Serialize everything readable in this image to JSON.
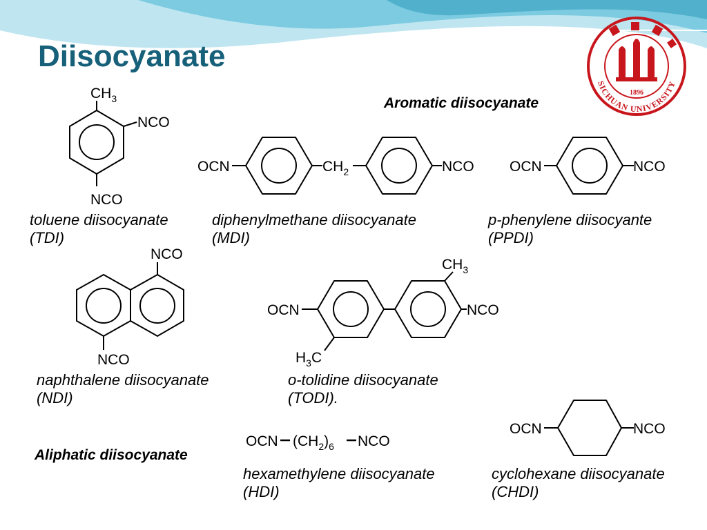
{
  "slide": {
    "title": "Diisocyanate",
    "logo": {
      "name": "Sichuan University seal",
      "ring_text": "SICHUAN UNIVERSITY",
      "year": "1896",
      "color": "#c8161d"
    },
    "colors": {
      "title": "#17607a",
      "wave_light": "#bfe6f0",
      "wave_mid": "#6cc4dc",
      "wave_dark": "#2d9cbc"
    }
  },
  "sections": {
    "aromatic_heading": "Aromatic diisocyanate",
    "aliphatic_heading": "Aliphatic diisocyanate"
  },
  "compounds": [
    {
      "id": "tdi",
      "name": "toluene diisocyanate",
      "abbr": "(TDI)"
    },
    {
      "id": "mdi",
      "name": "diphenylmethane diisocyanate",
      "abbr": "(MDI)"
    },
    {
      "id": "ppdi",
      "name": "p-phenylene diisocyante",
      "abbr": "(PPDI)"
    },
    {
      "id": "ndi",
      "name": "naphthalene diisocyanate",
      "abbr": "(NDI)"
    },
    {
      "id": "todi",
      "name": "o-tolidine diisocyanate",
      "abbr": "(TODI)."
    },
    {
      "id": "hdi",
      "name": "hexamethylene diisocyanate",
      "abbr": "(HDI)"
    },
    {
      "id": "chdi",
      "name": "cyclohexane diisocyanate",
      "abbr": "(CHDI)"
    }
  ],
  "groups": {
    "nco": "NCO",
    "ocn": "OCN",
    "ch3": "CH",
    "h3c_h": "H",
    "h3c_c": "C",
    "ch2": "CH",
    "sub_3": "3",
    "sub_2": "2",
    "sub_6": "6",
    "hdi_open": "(CH",
    "hdi_close": ")"
  }
}
